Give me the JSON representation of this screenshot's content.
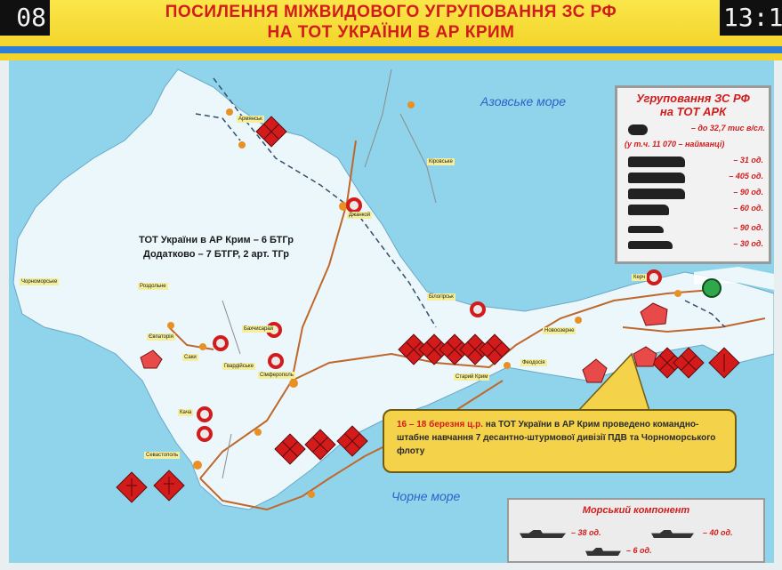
{
  "clock": {
    "left": "08",
    "right": "13:1"
  },
  "header": {
    "title_line1": "ПОСИЛЕННЯ МІЖВИДОВОГО УГРУПОВАННЯ ЗС РФ",
    "title_line2": "НА ТОТ УКРАЇНИ В АР КРИМ"
  },
  "map": {
    "seas": {
      "azov": "Азовське море",
      "black": "Чорне море"
    },
    "tot_summary": {
      "line1": "ТОТ України в АР Крим – 6 БТГр",
      "line2": "Додатково – 7 БТГР, 2 арт. ТГр"
    },
    "places": [
      {
        "name": "Армянськ"
      },
      {
        "name": "Джанкой"
      },
      {
        "name": "Чорноморське"
      },
      {
        "name": "Роздольне"
      },
      {
        "name": "Саки"
      },
      {
        "name": "Євпаторія"
      },
      {
        "name": "Сімферополь"
      },
      {
        "name": "Гвардійське"
      },
      {
        "name": "Бахчисарай"
      },
      {
        "name": "Кача"
      },
      {
        "name": "Севастополь"
      },
      {
        "name": "Феодосія"
      },
      {
        "name": "Старий Крим"
      },
      {
        "name": "Білогірськ"
      },
      {
        "name": "Керч"
      },
      {
        "name": "Новоозерне"
      },
      {
        "name": "Кіровське"
      }
    ]
  },
  "grouping_panel": {
    "title_line1": "Угруповання ЗС РФ",
    "title_line2": "на ТОТ АРК",
    "rows": [
      {
        "icon": "personnel-icon",
        "value": "– до 32,7 тис в/сл."
      },
      {
        "icon": "personnel-icon",
        "value": "(у т.ч. 11 070 – найманці)"
      },
      {
        "icon": "tank-icon",
        "value": "– 31 од."
      },
      {
        "icon": "apc-icon",
        "value": "– 405 од."
      },
      {
        "icon": "artillery-icon",
        "value": "– 90 од."
      },
      {
        "icon": "mlrs-icon",
        "value": "– 60 од."
      },
      {
        "icon": "aircraft-icon",
        "value": "– 90 од."
      },
      {
        "icon": "helicopter-icon",
        "value": "– 30 од."
      }
    ]
  },
  "callout": {
    "date_text": "16 – 18 березня ц.р.",
    "text": "на ТОТ України в АР Крим проведено командно-штабне навчання 7 десантно-штурмової дивізії ПДВ та Чорноморського флоту"
  },
  "naval_panel": {
    "title": "Морський компонент",
    "items": [
      {
        "icon": "warship-icon",
        "value": "– 38 од."
      },
      {
        "icon": "submarine-icon",
        "value": "– 40 од."
      },
      {
        "icon": "boat-icon",
        "value": "– 6 од."
      }
    ]
  },
  "colors": {
    "title_band": "#f3d52b",
    "title_text": "#d31b1b",
    "sea": "#8fd4ea",
    "land": "#ffffff",
    "unit_symbol": "#d31b1b",
    "callout_bg": "#f4d24a",
    "road": "#c0672c"
  }
}
